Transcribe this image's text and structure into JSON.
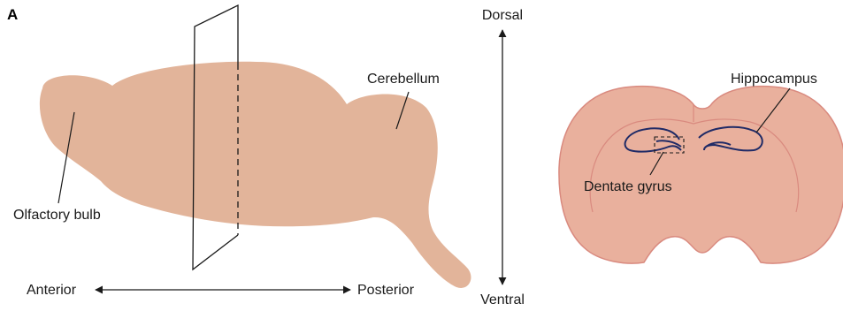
{
  "figure": {
    "panel_letter": "A"
  },
  "sagittal": {
    "labels": {
      "olfactory_bulb": "Olfactory bulb",
      "cerebellum": "Cerebellum"
    },
    "axis": {
      "anterior": "Anterior",
      "posterior": "Posterior"
    }
  },
  "vertical_axis": {
    "dorsal": "Dorsal",
    "ventral": "Ventral"
  },
  "coronal": {
    "labels": {
      "hippocampus": "Hippocampus",
      "dentate_gyrus": "Dentate gyrus"
    }
  },
  "colors": {
    "brain_fill": "#e2b49a",
    "coronal_fill": "#e9b09d",
    "coronal_edge": "#d98a7f",
    "hippocampus_line": "#1f2a66",
    "line": "#1a1a1a"
  }
}
